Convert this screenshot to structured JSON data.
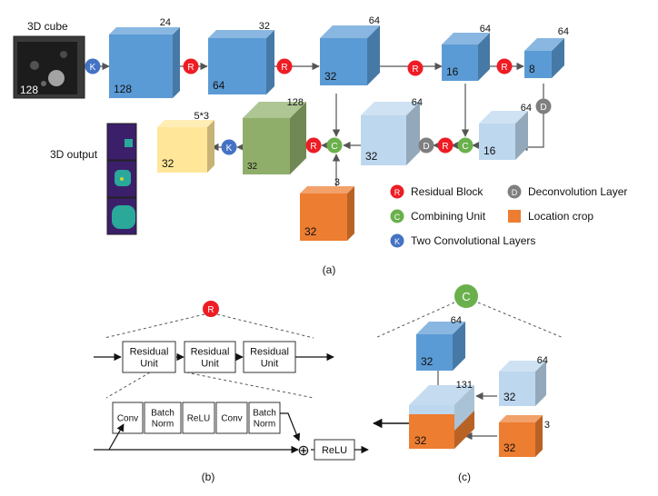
{
  "panel_a": {
    "input_label": "3D cube",
    "input_size": "128",
    "output_label": "3D output",
    "encoder": [
      {
        "top": "24",
        "front": "128"
      },
      {
        "top": "32",
        "front": "64"
      },
      {
        "top": "64",
        "front": "32"
      },
      {
        "top": "64",
        "front": "16"
      },
      {
        "top": "64",
        "front": "8"
      }
    ],
    "decoder": [
      {
        "top": "64",
        "front": "16"
      },
      {
        "top": "64",
        "front": "32"
      },
      {
        "top": "128",
        "front": "32"
      },
      {
        "top": "5*3",
        "front": "32"
      }
    ],
    "crop": {
      "top": "3",
      "front": "32"
    },
    "markers": {
      "K": "K",
      "R": "R",
      "C": "C",
      "D": "D"
    },
    "legend": {
      "residual_block": "Residual Block",
      "deconvolution_layer": "Deconvolution Layer",
      "combining_unit": "Combining Unit",
      "location_crop": "Location crop",
      "two_conv_layers": "Two Convolutional Layers"
    },
    "caption": "(a)"
  },
  "panel_b": {
    "marker": "R",
    "residual_units": [
      "Residual\nUnit",
      "Residual\nUnit",
      "Residual\nUnit"
    ],
    "layers": [
      "Conv",
      "Batch\nNorm",
      "ReLU",
      "Conv",
      "Batch\nNorm"
    ],
    "sum_symbol": "⊕",
    "final_relu": "ReLU",
    "caption": "(b)"
  },
  "panel_c": {
    "marker": "C",
    "top_cube": {
      "top": "64",
      "front": "32"
    },
    "right_cube": {
      "top": "64",
      "front": "32"
    },
    "combined": {
      "top": "131",
      "front": "32"
    },
    "crop_cube": {
      "top": "3",
      "front": "32"
    },
    "caption": "(c)"
  },
  "colors": {
    "blue": "#5b9bd5",
    "light_blue": "#bdd7ee",
    "green": "#8fae6a",
    "yellow": "#ffe699",
    "orange": "#ed7d31",
    "red": "#ee1c24",
    "green_circle": "#6ab04c",
    "blue_circle": "#4472c4",
    "gray_circle": "#7f7f7f"
  }
}
